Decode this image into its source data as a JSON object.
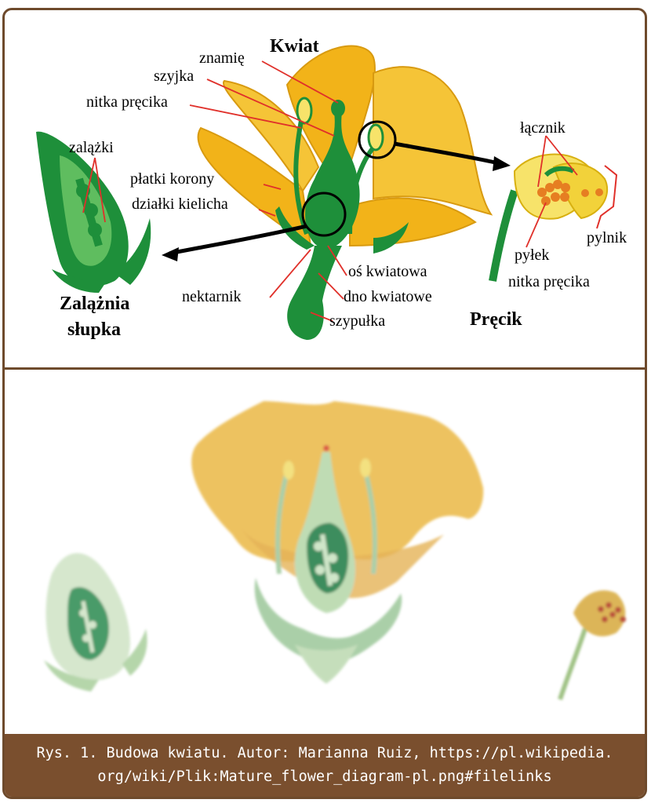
{
  "diagram": {
    "title": "Kwiat",
    "labels": {
      "znamie": "znamię",
      "szyjka": "szyjka",
      "nitka_precika_left": "nitka pręcika",
      "zalazki": "zalążki",
      "platki_korony": "płatki korony",
      "dzialki_kielicha": "działki kielicha",
      "nektarnik": "nektarnik",
      "os_kwiatowa": "oś kwiatowa",
      "dno_kwiatowe": "dno kwiatowe",
      "szypulka": "szypułka",
      "lacznik": "łącznik",
      "pylnik": "pylnik",
      "pylek": "pyłek",
      "nitka_precika_right": "nitka pręcika"
    },
    "zalazni_line1": "Zalążnia",
    "zalazni_line2": "słupka",
    "precik": "Pręcik"
  },
  "caption": {
    "line1": "Rys. 1. Budowa kwiatu. Autor: Marianna Ruiz, https://pl.wikipedia.",
    "line2": "org/wiki/Plik:Mature_flower_diagram-pl.png#filelinks"
  },
  "colors": {
    "frame": "#6e4a2c",
    "caption_bg": "#7a4f2e",
    "petal": "#f2b319",
    "green": "#1e8f3a",
    "leader": "#e0302a"
  }
}
